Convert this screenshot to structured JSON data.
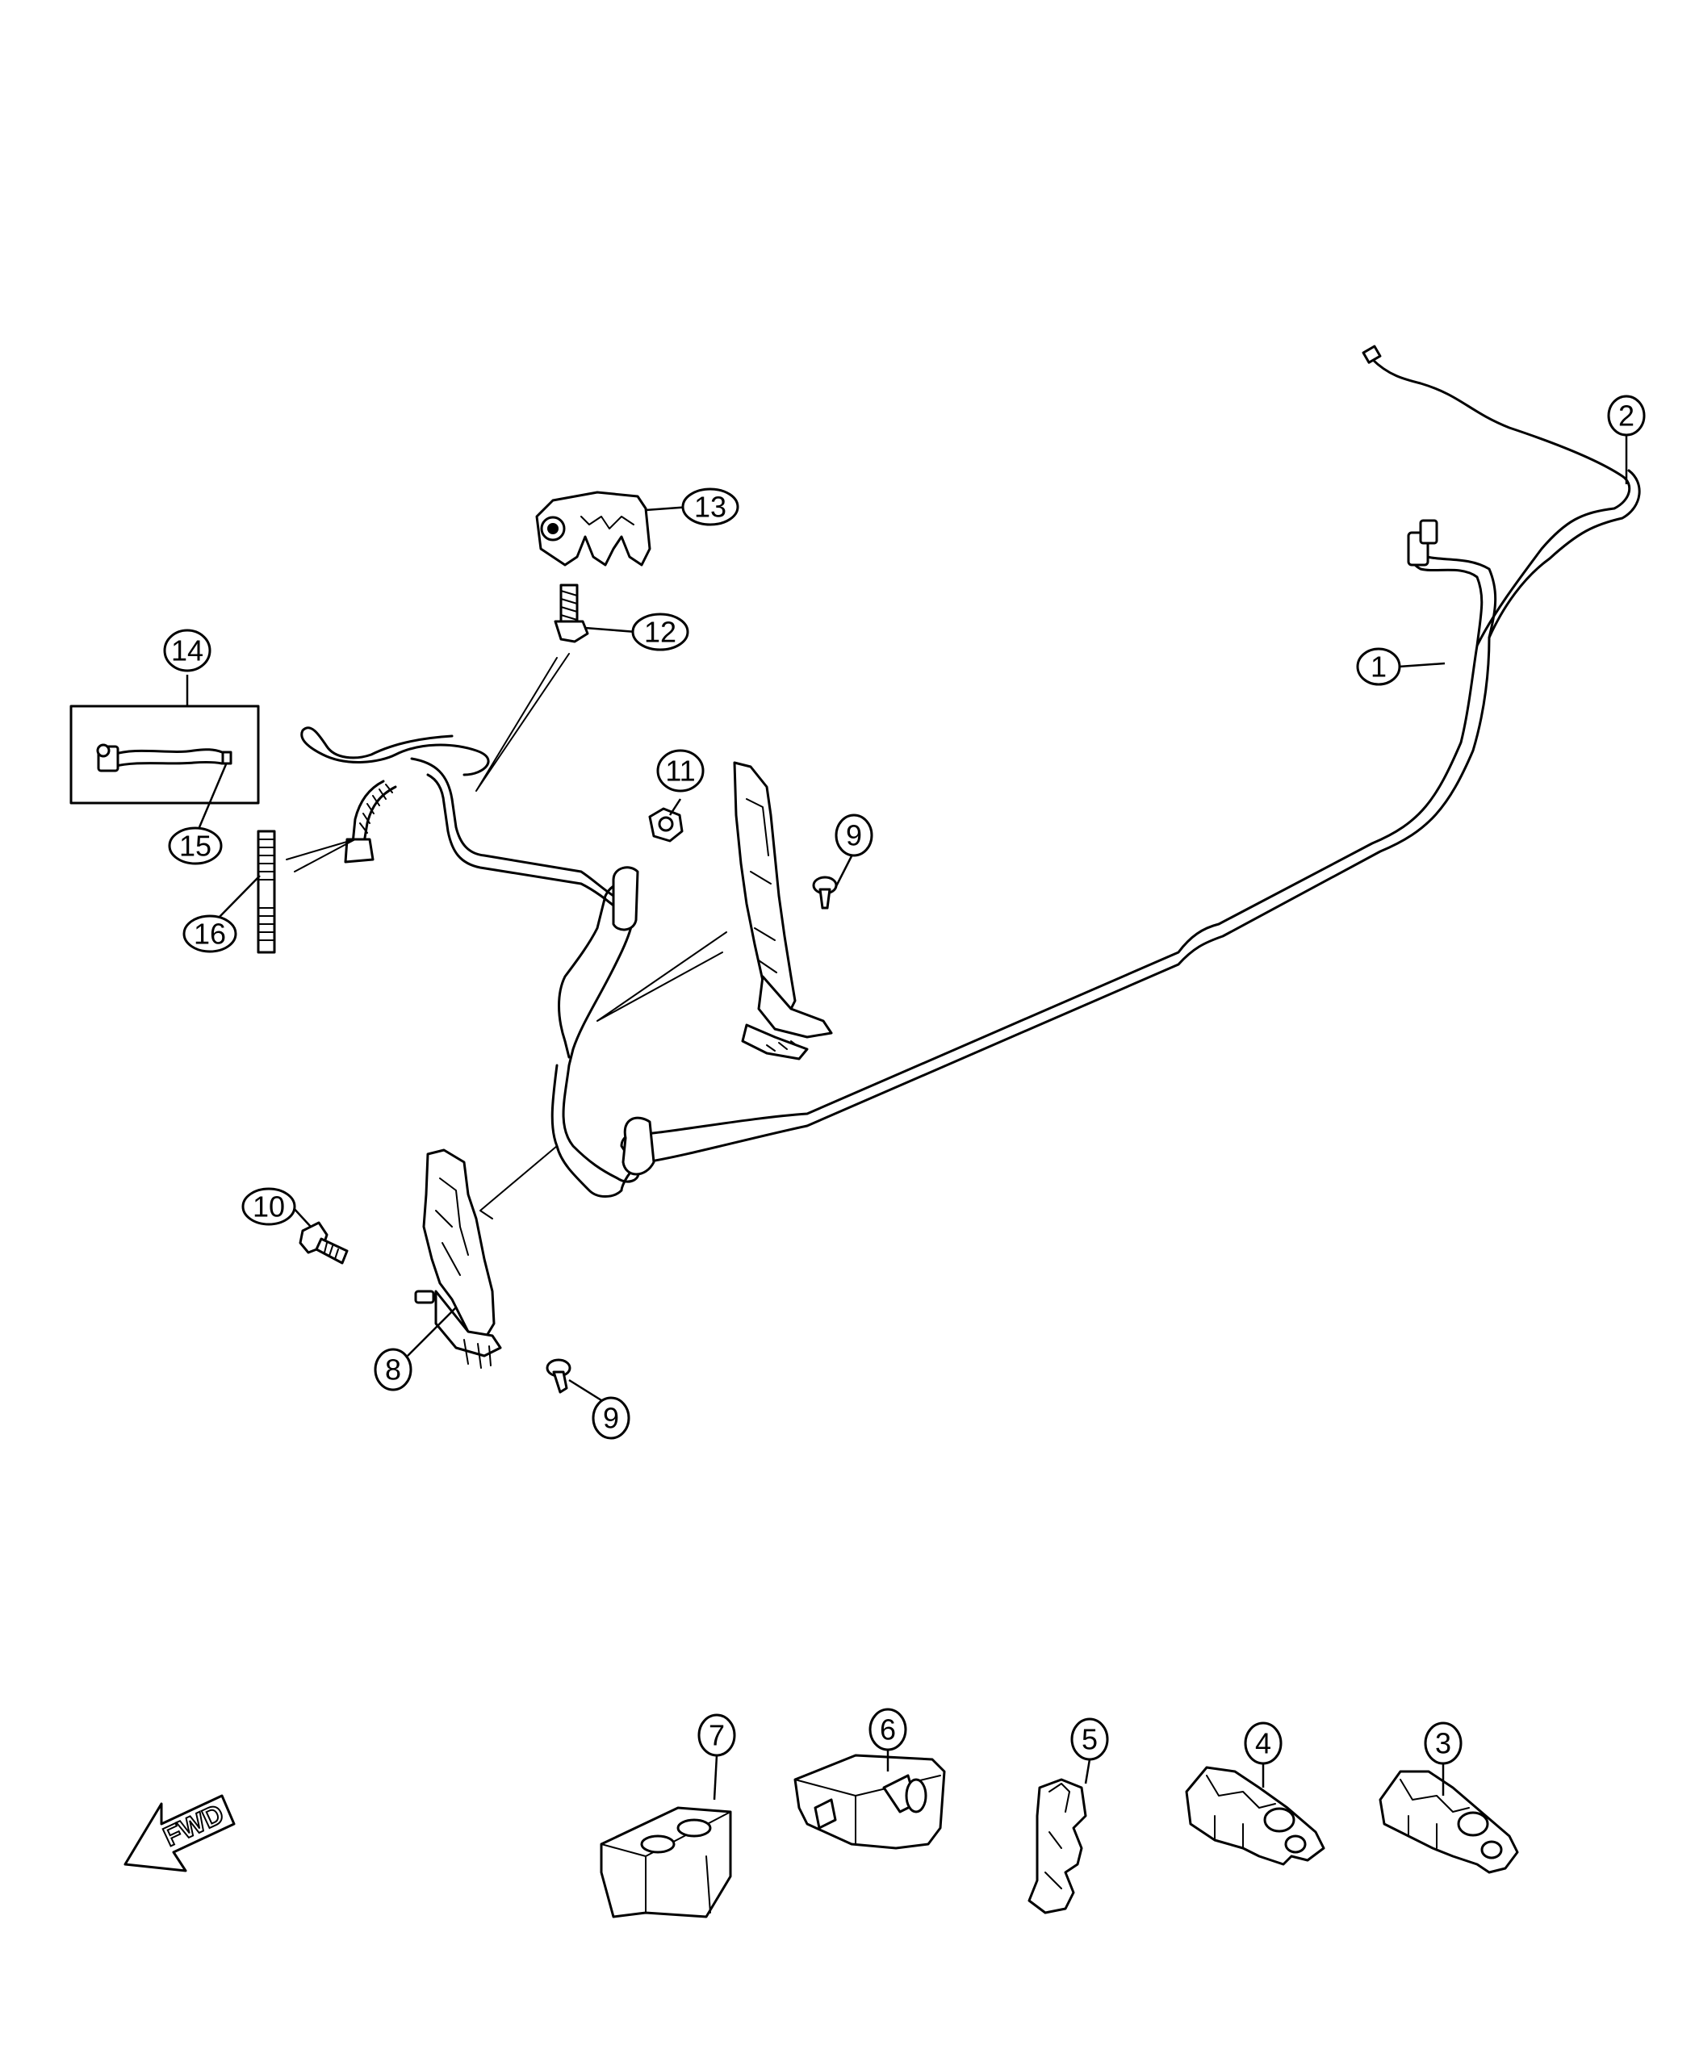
{
  "callouts": [
    {
      "number": "1"
    },
    {
      "number": "2"
    },
    {
      "number": "3"
    },
    {
      "number": "4"
    },
    {
      "number": "5"
    },
    {
      "number": "6"
    },
    {
      "number": "7"
    },
    {
      "number": "8"
    },
    {
      "number": "9"
    },
    {
      "number": "9"
    },
    {
      "number": "10"
    },
    {
      "number": "11"
    },
    {
      "number": "12"
    },
    {
      "number": "13"
    },
    {
      "number": "14"
    },
    {
      "number": "15"
    },
    {
      "number": "16"
    }
  ],
  "direction_marker": {
    "text": "FWD",
    "icon": "forward-arrow-icon"
  }
}
